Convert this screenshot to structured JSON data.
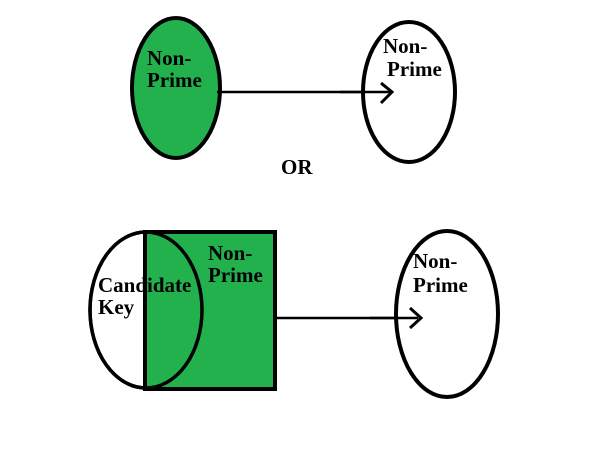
{
  "figure": {
    "title": "transitive-dependency-diagram",
    "or_label": "OR",
    "colors": {
      "green_fill": "#22b14c",
      "outline": "#000000",
      "text": "#000000",
      "background": "#ffffff"
    },
    "top_diagram": {
      "source_ellipse": {
        "line1": "Non-",
        "line2": "Prime"
      },
      "target_ellipse": {
        "line1": "Non-",
        "line2": "Prime"
      }
    },
    "bottom_diagram": {
      "candidate_key_ellipse": {
        "line1": "Candidate",
        "line2": "Key"
      },
      "non_prime_rect": {
        "line1": "Non-",
        "line2": "Prime"
      },
      "target_ellipse": {
        "line1": "Non-",
        "line2": "Prime"
      }
    }
  }
}
